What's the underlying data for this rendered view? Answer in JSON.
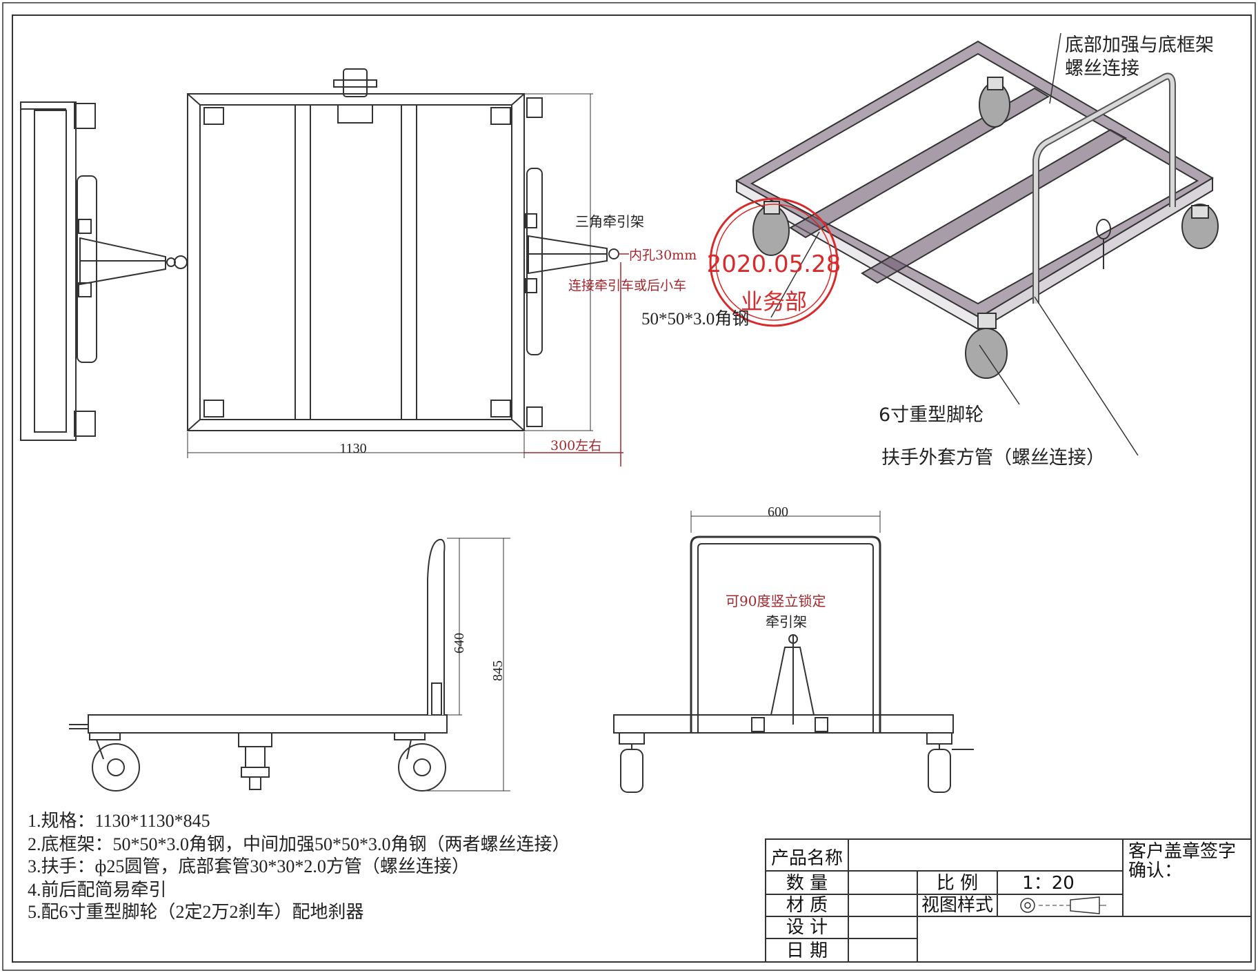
{
  "top_view": {
    "dim_width": "1130",
    "dim_tow": "300左右",
    "label_tow": "三角牵引架",
    "label_hole": "内孔30mm",
    "label_connect": "连接牵引车或后小车"
  },
  "iso_view": {
    "label_bolt": "底部加强与底框架",
    "label_bolt2": "螺丝连接",
    "label_angle": "50*50*3.0角钢",
    "label_caster": "6寸重型脚轮",
    "label_handle": "扶手外套方管（螺丝连接）",
    "stamp_date": "2020.05.28",
    "stamp_dept": "业务部"
  },
  "side_view": {
    "dim_640": "640",
    "dim_845": "845"
  },
  "front_view": {
    "dim_600": "600",
    "label_lock": "可90度竖立锁定",
    "label_tow": "牵引架"
  },
  "notes": [
    "1.规格：1130*1130*845",
    "2.底框架：50*50*3.0角钢，中间加强50*50*3.0角钢（两者螺丝连接）",
    "3.扶手：ф25圆管，底部套管30*30*2.0方管（螺丝连接）",
    "4.前后配简易牵引",
    "5.配6寸重型脚轮（2定2万2刹车）配地刹器"
  ],
  "title_block": {
    "product_name": "产品名称",
    "quantity": "数 量",
    "material": "材 质",
    "design": "设 计",
    "date": "日 期",
    "scale_label": "比 例",
    "scale_value": "1：20",
    "view_style": "视图样式",
    "customer": "客户盖章签字",
    "confirm": "确认："
  }
}
